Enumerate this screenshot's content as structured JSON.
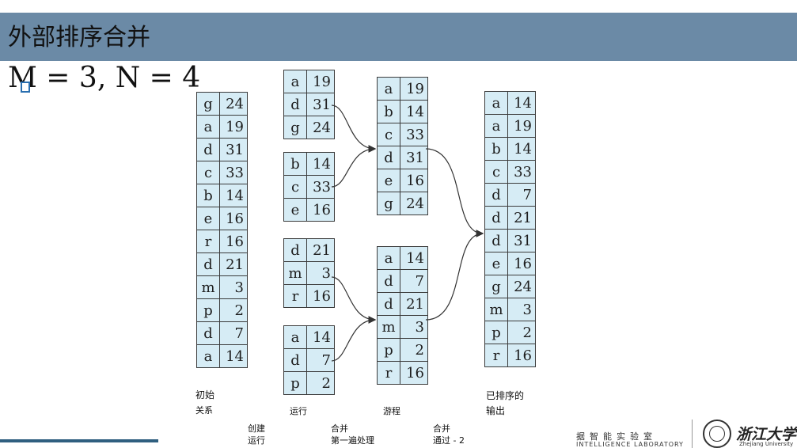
{
  "slide": {
    "title": "外部排序合并",
    "formula": "M = 3, N = 4"
  },
  "tables": {
    "initial": [
      [
        "g",
        "24"
      ],
      [
        "a",
        "19"
      ],
      [
        "d",
        "31"
      ],
      [
        "c",
        "33"
      ],
      [
        "b",
        "14"
      ],
      [
        "e",
        "16"
      ],
      [
        "r",
        "16"
      ],
      [
        "d",
        "21"
      ],
      [
        "m",
        "3"
      ],
      [
        "p",
        "2"
      ],
      [
        "d",
        "7"
      ],
      [
        "a",
        "14"
      ]
    ],
    "run1": [
      [
        "a",
        "19"
      ],
      [
        "d",
        "31"
      ],
      [
        "g",
        "24"
      ]
    ],
    "run2": [
      [
        "b",
        "14"
      ],
      [
        "c",
        "33"
      ],
      [
        "e",
        "16"
      ]
    ],
    "run3": [
      [
        "d",
        "21"
      ],
      [
        "m",
        "3"
      ],
      [
        "r",
        "16"
      ]
    ],
    "run4": [
      [
        "a",
        "14"
      ],
      [
        "d",
        "7"
      ],
      [
        "p",
        "2"
      ]
    ],
    "merged1": [
      [
        "a",
        "19"
      ],
      [
        "b",
        "14"
      ],
      [
        "c",
        "33"
      ],
      [
        "d",
        "31"
      ],
      [
        "e",
        "16"
      ],
      [
        "g",
        "24"
      ]
    ],
    "merged2": [
      [
        "a",
        "14"
      ],
      [
        "d",
        "7"
      ],
      [
        "d",
        "21"
      ],
      [
        "m",
        "3"
      ],
      [
        "p",
        "2"
      ],
      [
        "r",
        "16"
      ]
    ],
    "output": [
      [
        "a",
        "14"
      ],
      [
        "a",
        "19"
      ],
      [
        "b",
        "14"
      ],
      [
        "c",
        "33"
      ],
      [
        "d",
        "7"
      ],
      [
        "d",
        "21"
      ],
      [
        "d",
        "31"
      ],
      [
        "e",
        "16"
      ],
      [
        "g",
        "24"
      ],
      [
        "m",
        "3"
      ],
      [
        "p",
        "2"
      ],
      [
        "r",
        "16"
      ]
    ]
  },
  "labels": {
    "initial_line1": "初始",
    "initial_line2": "关系",
    "runs": "运行",
    "sweeps": "游程",
    "sorted_line1": "已排序的",
    "sorted_line2": "输出",
    "create_line1": "创建",
    "create_line2": "运行",
    "merge1_line1": "合并",
    "merge1_line2": "第一遍处理",
    "merge2_line1": "合并",
    "merge2_line2": "通过 - 2"
  },
  "logo": {
    "lab_cn": "据智能实验室",
    "lab_en": "INTELLIGENCE LABORATORY",
    "university_cn": "浙江大学",
    "university_en": "Zhejiang University"
  },
  "colors": {
    "title_bar": "#6b8aa6",
    "cell_fill": "#d6ecf5",
    "accent_line": "#2f5f7f"
  }
}
